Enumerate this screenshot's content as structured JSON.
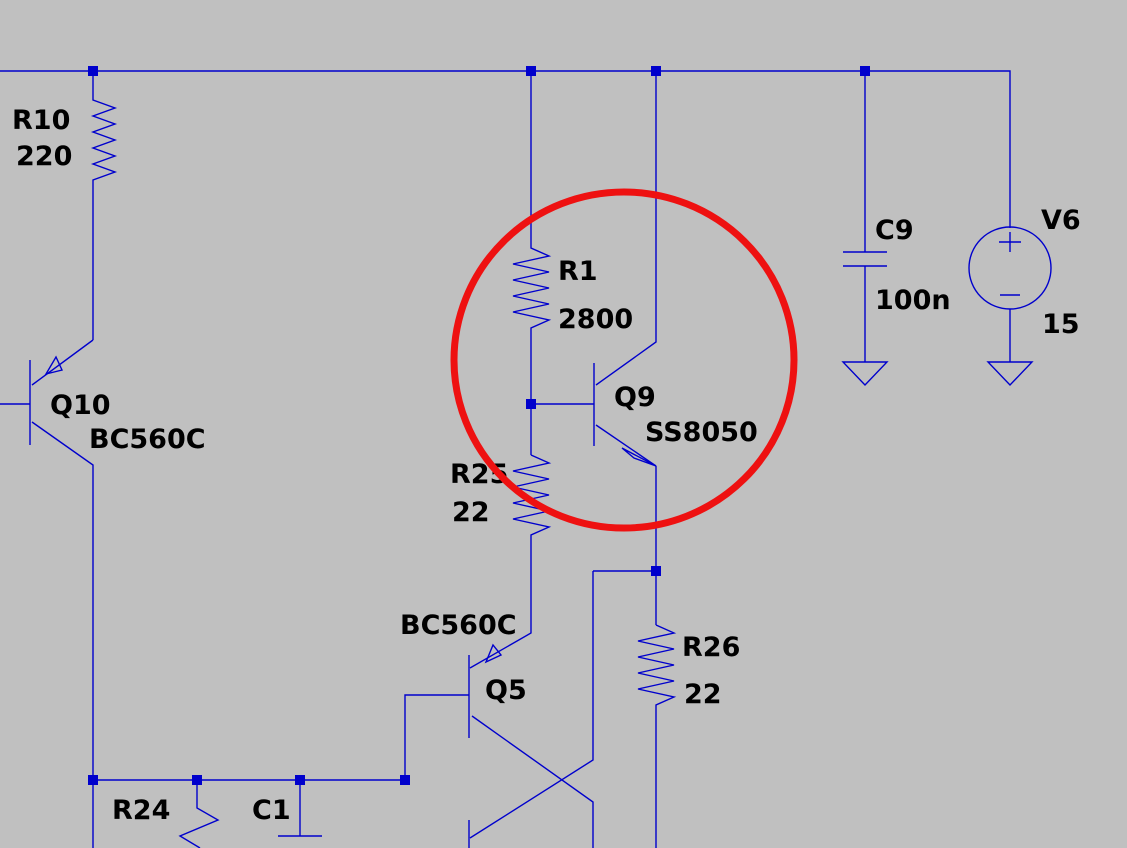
{
  "colors": {
    "background": "#c0c0c0",
    "wire": "#0000cc",
    "text": "#000000",
    "highlight": "#ee1111"
  },
  "components": {
    "r10": {
      "ref": "R10",
      "value": "220"
    },
    "r1": {
      "ref": "R1",
      "value": "2800"
    },
    "r25": {
      "ref": "R25",
      "value": "22"
    },
    "r26": {
      "ref": "R26",
      "value": "22"
    },
    "r24": {
      "ref": "R24"
    },
    "c9": {
      "ref": "C9",
      "value": "100n"
    },
    "c1": {
      "ref": "C1"
    },
    "v6": {
      "ref": "V6",
      "value": "15"
    },
    "q10": {
      "ref": "Q10",
      "model": "BC560C"
    },
    "q9": {
      "ref": "Q9",
      "model": "SS8050"
    },
    "q5": {
      "ref": "Q5",
      "model": "BC560C"
    }
  }
}
